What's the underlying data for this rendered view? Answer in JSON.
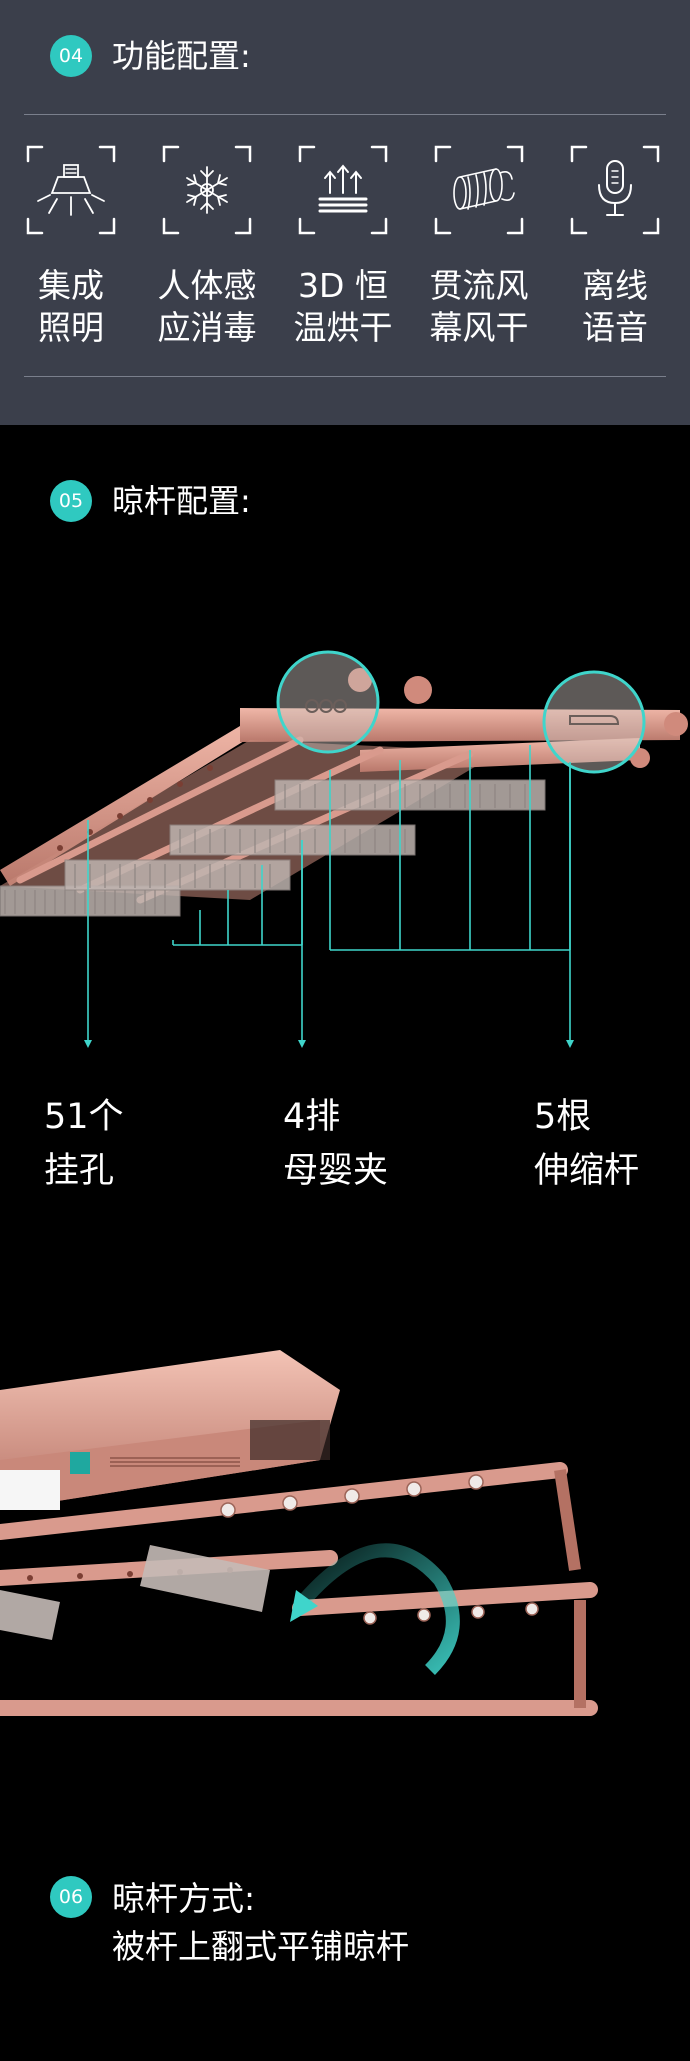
{
  "section_04": {
    "badge": "04",
    "title": "功能配置:",
    "features": [
      {
        "icon": "lightbulb-icon",
        "line1": "集成",
        "line2": "照明"
      },
      {
        "icon": "snowflake-icon",
        "line1": "人体感",
        "line2": "应消毒"
      },
      {
        "icon": "heat-arrows-icon",
        "line1": "3D 恒",
        "line2": "温烘干"
      },
      {
        "icon": "airflow-fan-icon",
        "line1": "贯流风",
        "line2": "幕风干"
      },
      {
        "icon": "microphone-icon",
        "line1": "离线",
        "line2": "语音"
      }
    ]
  },
  "section_05": {
    "badge": "05",
    "title": "晾杆配置:",
    "specs": [
      {
        "line1": "51个",
        "line2": "挂孔"
      },
      {
        "line1": "4排",
        "line2": "母婴夹"
      },
      {
        "line1": "5根",
        "line2": "伸缩杆"
      }
    ]
  },
  "section_06": {
    "badge": "06",
    "title": "晾杆方式:",
    "subtitle": "被杆上翻式平铺晾杆"
  },
  "colors": {
    "accent": "#2fc9c0",
    "panel": "#3b3f4b",
    "rack": "#d99a8d"
  }
}
